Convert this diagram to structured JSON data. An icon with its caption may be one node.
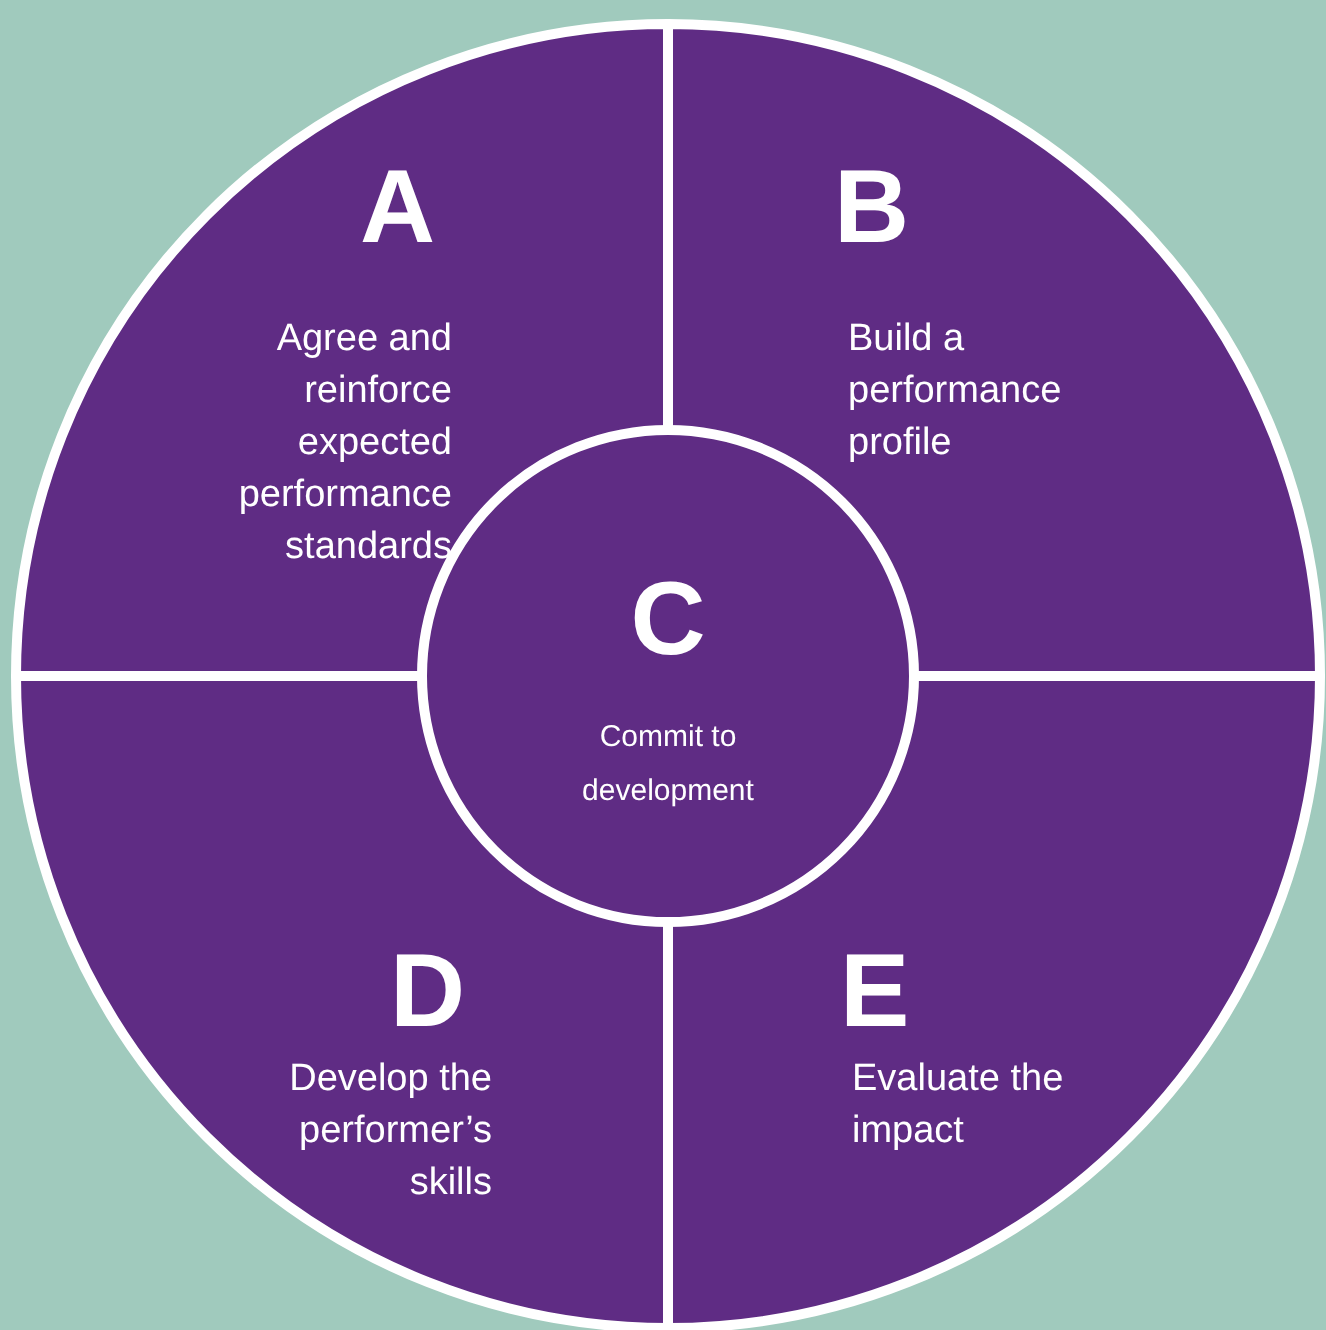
{
  "diagram": {
    "nodes": [
      {
        "text": [
          "A",
          "Agree and reinforce expected performance standards"
        ]
      },
      {
        "text": [
          "B",
          "Build a performance profile"
        ]
      },
      {
        "text": [
          "C",
          "Commit to development"
        ]
      },
      {
        "text": [
          "D",
          "Develop the performer’s skills"
        ]
      },
      {
        "text": [
          "E",
          "Evaluate the impact"
        ]
      }
    ],
    "edges": []
  }
}
